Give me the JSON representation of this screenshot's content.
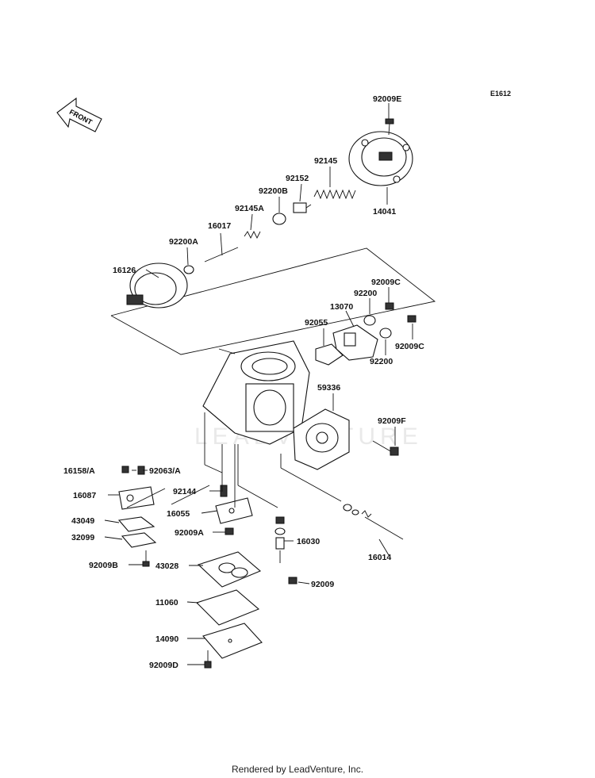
{
  "diagram_code": "E1612",
  "front_label": "FRONT",
  "watermark": "LEADVENTURE",
  "footer": "Rendered by LeadVenture, Inc.",
  "labels": {
    "p92009E": "92009E",
    "p92145": "92145",
    "p92152": "92152",
    "p92200B": "92200B",
    "p92145A": "92145A",
    "p16017": "16017",
    "p92200A": "92200A",
    "p16126": "16126",
    "p14041": "14041",
    "p92009C_top": "92009C",
    "p92200_top": "92200",
    "p13070": "13070",
    "p92055": "92055",
    "p92009C_right": "92009C",
    "p92200_bottom": "92200",
    "p59336": "59336",
    "p92009F": "92009F",
    "p16158A": "16158/A",
    "p92063A": "92063/A",
    "p16087": "16087",
    "p92144": "92144",
    "p16055": "16055",
    "p43049": "43049",
    "p92009A": "92009A",
    "p32099": "32099",
    "p16030": "16030",
    "p16014": "16014",
    "p92009B": "92009B",
    "p43028": "43028",
    "p92009": "92009",
    "p11060": "11060",
    "p14090": "14090",
    "p92009D": "92009D"
  }
}
